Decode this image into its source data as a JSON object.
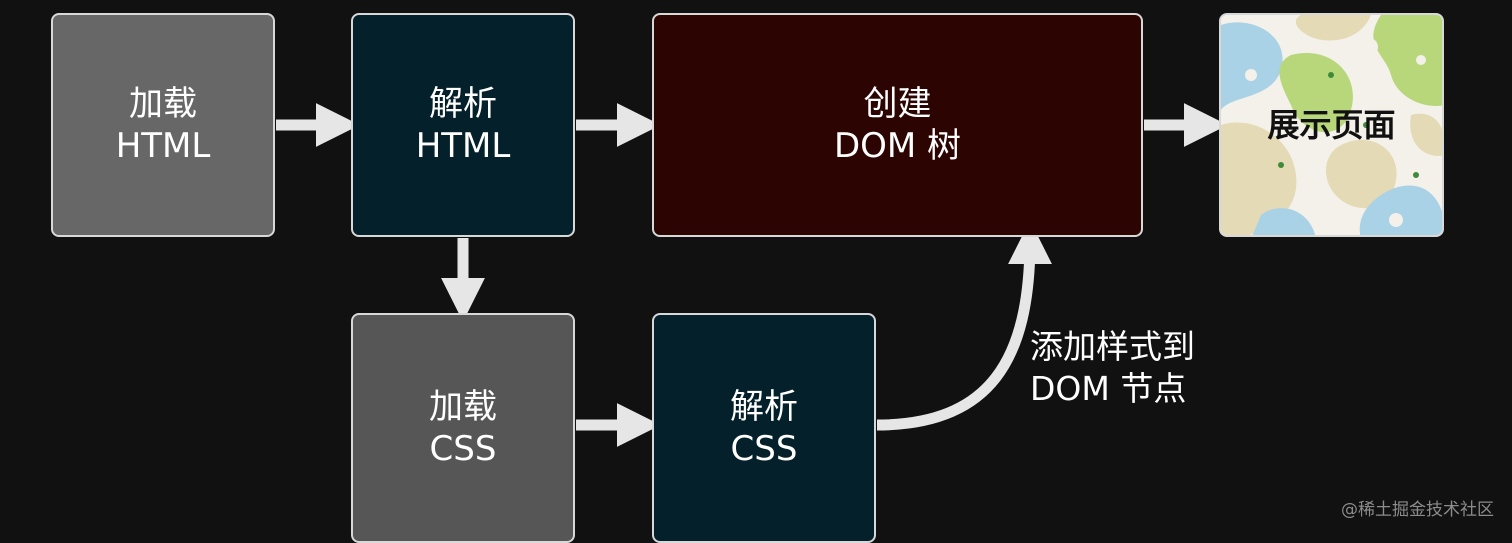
{
  "nodes": {
    "load_html": {
      "line1": "加载",
      "line2": "HTML"
    },
    "parse_html": {
      "line1": "解析",
      "line2": "HTML"
    },
    "create_dom": {
      "line1": "创建",
      "line2": "DOM 树"
    },
    "render_page": {
      "label": "展示页面"
    },
    "load_css": {
      "line1": "加载",
      "line2": "CSS"
    },
    "parse_css": {
      "line1": "解析",
      "line2": "CSS"
    }
  },
  "edge_label": {
    "line1": "添加样式到",
    "line2": "DOM 节点"
  },
  "watermark": "@稀土掘金技术社区",
  "colors": {
    "background": "#111111",
    "load": "#676767",
    "parse": "#04202a",
    "dom": "#2c0503",
    "arrow": "#e6e6e6"
  }
}
